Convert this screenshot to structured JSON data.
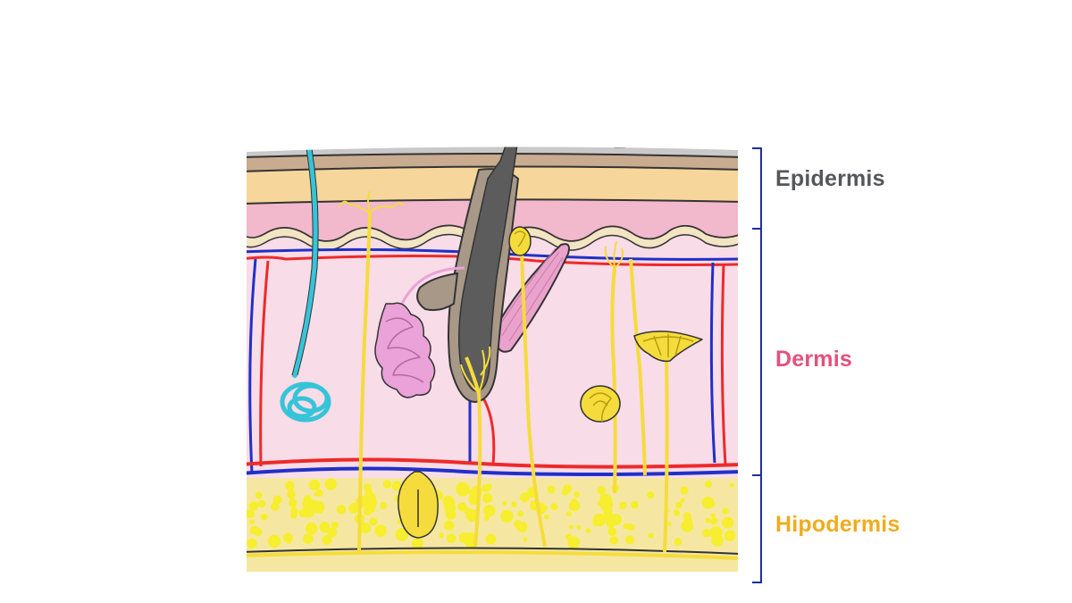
{
  "layers": [
    {
      "id": "epidermis",
      "label": "Epidermis",
      "color": "#55575b"
    },
    {
      "id": "dermis",
      "label": "Dermis",
      "color": "#e4507f"
    },
    {
      "id": "hipodermis",
      "label": "Hipodermis",
      "color": "#f0ac1c"
    }
  ],
  "bracket_color": "#1e2e9a",
  "palette": {
    "stratum_corneum": "#c9c9c9",
    "epidermis_brown": "#c9ab90",
    "epidermis_yellow": "#f6d69a",
    "epidermis_pink": "#f2b8cc",
    "dermis": "#f8dce8",
    "papillae": "#f3e5c3",
    "hypodermis": "#f5e7a2",
    "fat_cell": "#f6ee2e",
    "nerve": "#f5dc3c",
    "hair": "#5c5c5c",
    "follicle": "#a89888",
    "artery": "#ee2a2a",
    "vein": "#2030c8",
    "sweat_duct": "#35c4d8",
    "sweat_gland": "#eaa2d8",
    "muscle": "#eaa2cc"
  }
}
